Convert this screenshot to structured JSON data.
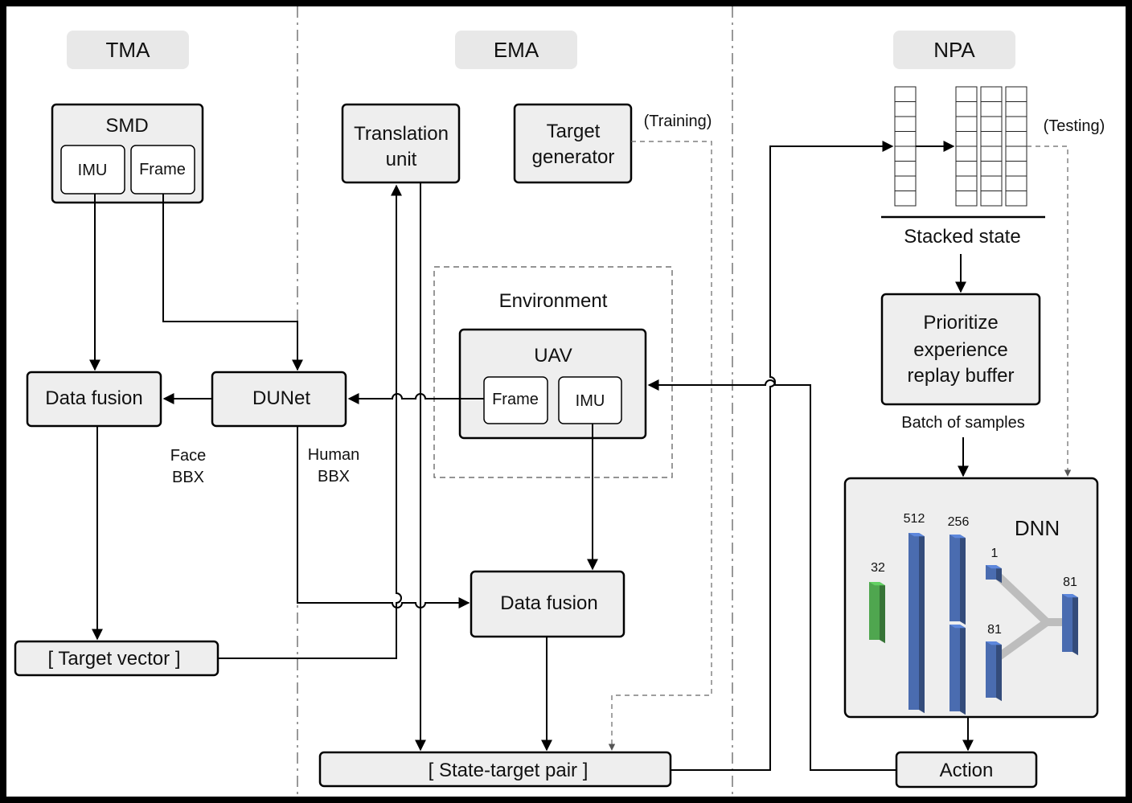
{
  "sections": {
    "tma": "TMA",
    "ema": "EMA",
    "npa": "NPA"
  },
  "smd": {
    "title": "SMD",
    "imu": "IMU",
    "frame": "Frame"
  },
  "translation_unit": {
    "line1": "Translation",
    "line2": "unit"
  },
  "target_generator": {
    "line1": "Target",
    "line2": "generator"
  },
  "training_label": "(Training)",
  "testing_label": "(Testing)",
  "environment": {
    "title": "Environment",
    "uav": "UAV",
    "frame": "Frame",
    "imu": "IMU"
  },
  "data_fusion_tma": "Data fusion",
  "dunet": "DUNet",
  "face_bbx": {
    "line1": "Face",
    "line2": "BBX"
  },
  "human_bbx": {
    "line1": "Human",
    "line2": "BBX"
  },
  "target_vector": "[ Target vector ]",
  "data_fusion_ema": "Data fusion",
  "state_target_pair": "[ State-target pair ]",
  "stacked_state": "Stacked state",
  "replay_buffer": {
    "line1": "Prioritize",
    "line2": "experience",
    "line3": "replay buffer"
  },
  "batch_of_samples": "Batch of samples",
  "dnn": {
    "title": "DNN",
    "layers": [
      {
        "size": "32",
        "color": "#4fa64f"
      },
      {
        "size": "512",
        "color": "#4a6cb0"
      },
      {
        "size": "256",
        "color": "#4a6cb0"
      },
      {
        "size": "1",
        "color": "#4a6cb0"
      },
      {
        "size": "81",
        "color": "#4a6cb0"
      },
      {
        "size": "81",
        "color": "#4a6cb0"
      }
    ]
  },
  "action": "Action"
}
